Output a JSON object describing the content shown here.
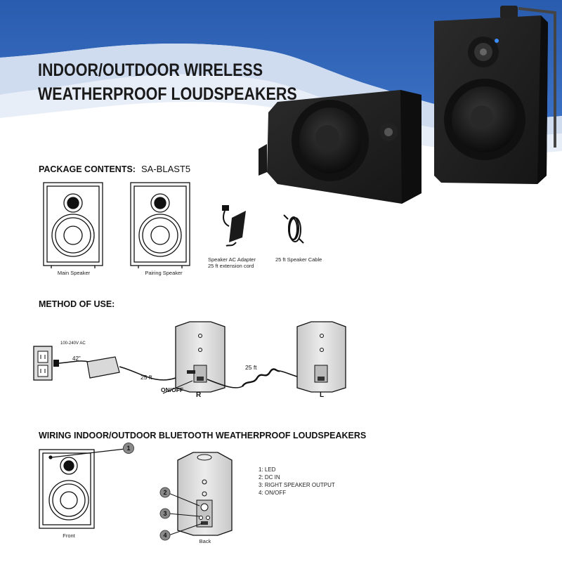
{
  "header": {
    "title_line1": "INDOOR/OUTDOOR WIRELESS",
    "title_line2": "WEATHERPROOF LOUDSPEAKERS"
  },
  "package": {
    "heading": "PACKAGE CONTENTS:",
    "model": "SA-BLAST5",
    "items": [
      {
        "label": "Main Speaker"
      },
      {
        "label": "Pairing Speaker"
      },
      {
        "label_line1": "Speaker AC Adapter",
        "label_line2": "25 ft  extension cord"
      },
      {
        "label": "25 ft Speaker Cable"
      }
    ]
  },
  "method": {
    "heading": "METHOD OF USE:",
    "voltage": "100-240V AC",
    "plug_length": "42\"",
    "cable1": "25 ft",
    "cable2": "25 ft",
    "switch": "ON/OFF",
    "right": "R",
    "left": "L"
  },
  "wiring": {
    "heading": "WIRING INDOOR/OUTDOOR BLUETOOTH WEATHERPROOF LOUDSPEAKERS",
    "front_label": "Front",
    "back_label": "Back",
    "callouts": [
      "1",
      "2",
      "3",
      "4"
    ],
    "legend": [
      "1: LED",
      "2: DC IN",
      "3: RIGHT SPEAKER OUTPUT",
      "4: ON/OFF"
    ]
  },
  "colors": {
    "banner_blue": "#2f63b5",
    "banner_light": "#cfdcf0",
    "speaker_black": "#1c1c1c",
    "callout_gray": "#8a8a8a"
  }
}
